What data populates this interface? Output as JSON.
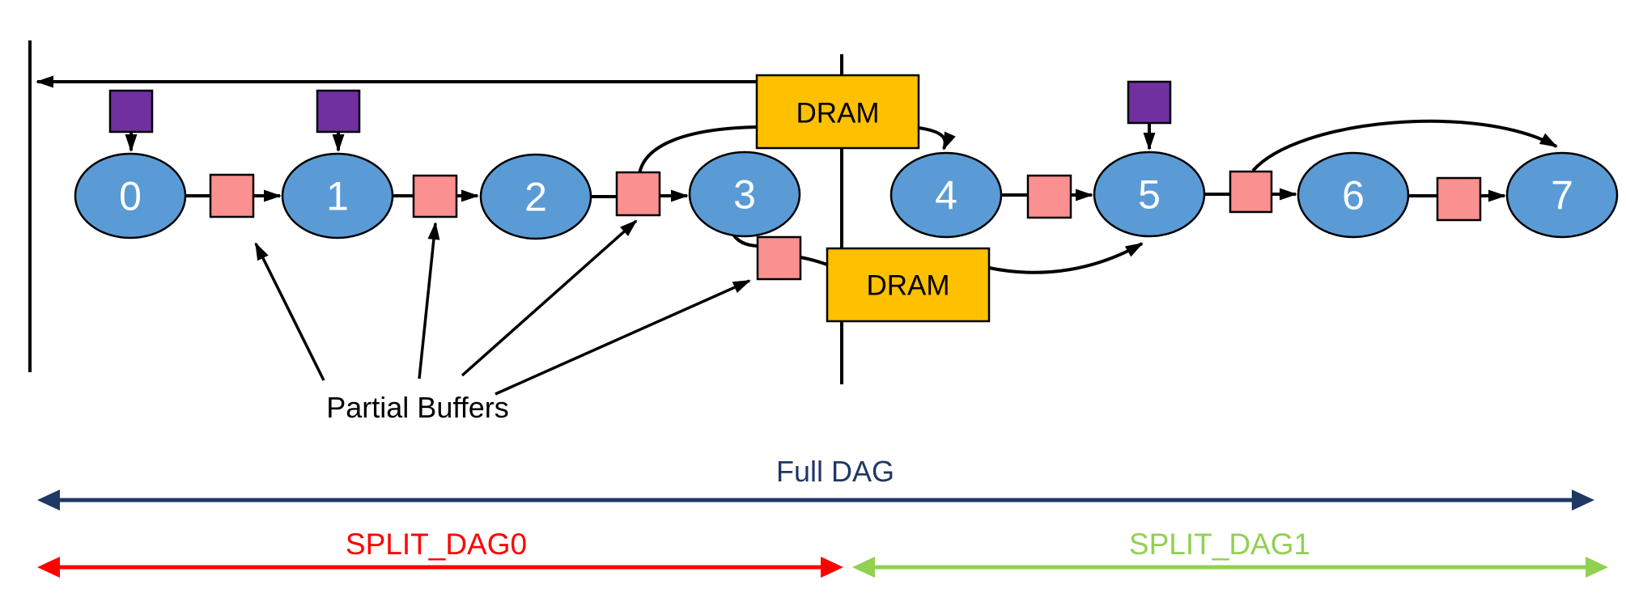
{
  "figure": {
    "type": "dag-split-diagram",
    "nodes": [
      {
        "label": "0"
      },
      {
        "label": "1"
      },
      {
        "label": "2"
      },
      {
        "label": "3"
      },
      {
        "label": "4"
      },
      {
        "label": "5"
      },
      {
        "label": "6"
      },
      {
        "label": "7"
      }
    ],
    "dram_top_label": "DRAM",
    "dram_bottom_label": "DRAM",
    "partial_buffers_label": "Partial Buffers",
    "full_dag_label": "Full DAG",
    "split_dag0_label": "SPLIT_DAG0",
    "split_dag1_label": "SPLIT_DAG1",
    "colors": {
      "node_fill": "#5B9BD5",
      "partial_buffer_fill": "#FB9090",
      "input_square_fill": "#7030A0",
      "dram_fill": "#FFC000",
      "full_dag_color": "#1F3864",
      "split_dag0_color": "#FF0000",
      "split_dag1_color": "#92D050",
      "outline": "#000000"
    }
  }
}
